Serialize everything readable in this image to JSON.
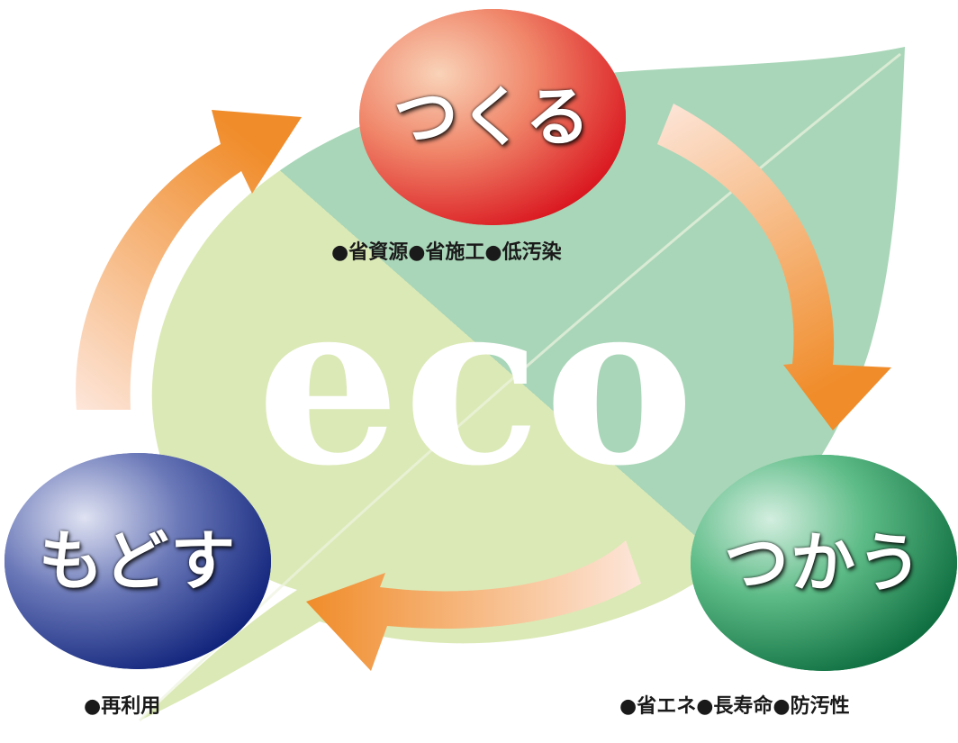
{
  "background_word": "eco",
  "nodes": {
    "make": {
      "label": "つくる",
      "caption": "●省資源●省施工●低汚染"
    },
    "use": {
      "label": "つかう",
      "caption": "●省エネ●長寿命●防汚性"
    },
    "return": {
      "label": "もどす",
      "caption": "●再利用"
    }
  },
  "colors": {
    "leaf_light": "#dbe9b6",
    "leaf_dark": "#a9d6b8",
    "arrow": "#f29a38",
    "make_node": "#e8422b",
    "use_node": "#1f8f5a",
    "return_node": "#2a3f8f"
  }
}
